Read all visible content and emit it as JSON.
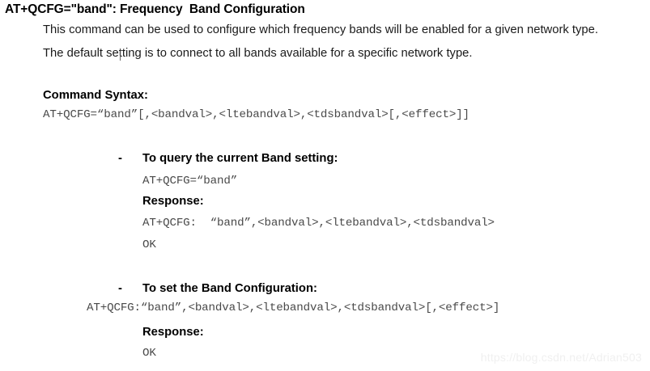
{
  "document": {
    "heading": "AT+QCFG=\"band\": Frequency  Band Configuration",
    "paragraphs": [
      "This command can be used to configure which frequency bands will be enabled for a given network type.",
      "The default setting is to connect to all bands available for a specific network type."
    ],
    "syntax": {
      "label": "Command Syntax:",
      "code": "AT+QCFG=“band”[,<bandval>,<ltebandval>,<tdsbandval>[,<effect>]]"
    },
    "sections": [
      {
        "bullet": "-",
        "title": "To query the current Band setting:",
        "command": "AT+QCFG=“band”",
        "response_label": "Response:",
        "response_lines": [
          "AT+QCFG:  “band”,<bandval>,<ltebandval>,<tdsbandval>",
          "OK"
        ]
      },
      {
        "bullet": "-",
        "title": "To set the Band Configuration:",
        "command": "AT+QCFG:“band”,<bandval>,<ltebandval>,<tdsbandval>[,<effect>]",
        "response_label": "Response:",
        "response_lines": [
          "OK"
        ]
      }
    ],
    "watermark": "https://blog.csdn.net/Adrian503",
    "colors": {
      "text": "#000000",
      "code": "#4a4a4a",
      "watermark": "#f0f0f0",
      "background": "#ffffff"
    }
  }
}
